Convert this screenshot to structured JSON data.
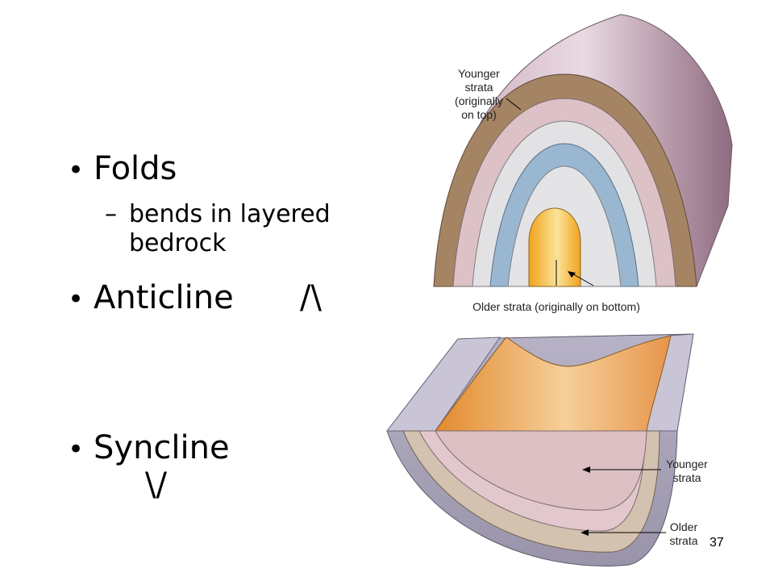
{
  "bullets": {
    "folds": {
      "marker": "•",
      "title": "Folds"
    },
    "folds_sub": {
      "dash": "–",
      "text": "bends in layered bedrock"
    },
    "anticline": {
      "marker": "•",
      "title": "Anticline",
      "symbol": "/\\"
    },
    "syncline": {
      "marker": "•",
      "title": "Syncline",
      "symbol": "\\/"
    }
  },
  "anticline_figure": {
    "younger_label": [
      "Younger",
      "strata",
      "(originally",
      "on top)"
    ],
    "older_label": "Older strata (originally on bottom)",
    "colors": {
      "outer_top": "#a98a9e",
      "brown": "#a58463",
      "pink": "#dcc1c6",
      "light": "#e2e2e4",
      "blue": "#9ab7d2",
      "core": "#f2b03a"
    }
  },
  "syncline_figure": {
    "younger_label": [
      "Younger",
      "strata"
    ],
    "older_label": [
      "Older",
      "strata"
    ],
    "colors": {
      "outer": "#a19cb0",
      "tan": "#d4c2b0",
      "pink": "#e2c8cc",
      "core": "#e9a456"
    }
  },
  "page_number": "37"
}
